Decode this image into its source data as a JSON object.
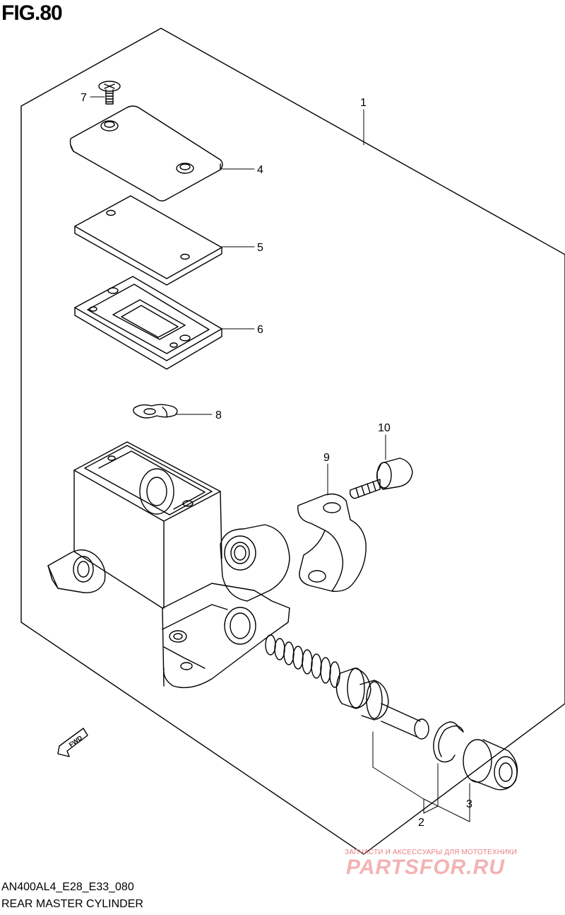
{
  "figure": {
    "title": "FIG.80"
  },
  "callouts": {
    "c1": "1",
    "c2": "2",
    "c3": "3",
    "c4": "4",
    "c5": "5",
    "c6": "6",
    "c7": "7",
    "c8": "8",
    "c9": "9",
    "c10": "10"
  },
  "fwd_label": "FWD",
  "footer": {
    "model_code": "AN400AL4_E28_E33_080",
    "caption": "REAR MASTER CYLINDER"
  },
  "watermark": {
    "tagline": "ЗАПЧАСТИ И АКСЕССУАРЫ ДЛЯ МОТОТЕХНИКИ",
    "brand": "PARTSFOR.RU"
  }
}
